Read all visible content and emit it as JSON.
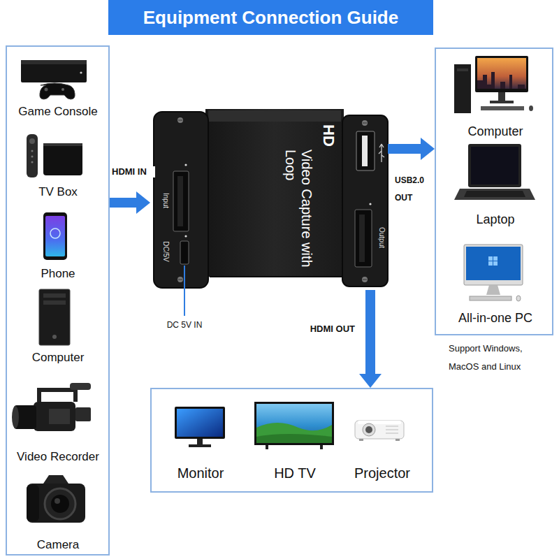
{
  "diagram": {
    "title": "Equipment Connection Guide",
    "nodes": [
      {
        "text": [
          "Game Console",
          "TV Box",
          "Phone",
          "Computer",
          "Video Recorder",
          "Camera"
        ]
      },
      {
        "text": [
          "HD",
          "Video Capture with Loop",
          "Input",
          "DC/5V",
          "Output"
        ]
      },
      {
        "text": [
          "Computer",
          "Laptop",
          "All-in-one PC"
        ]
      },
      {
        "text": [
          "Monitor",
          "HD TV",
          "Projector"
        ]
      }
    ],
    "edges": [
      {
        "from": 0,
        "to": 1,
        "arrow": "to",
        "label": "HDMI IN"
      },
      {
        "from": 1,
        "to": 2,
        "arrow": "to",
        "label": "USB2.0 OUT"
      },
      {
        "from": 1,
        "to": 3,
        "arrow": "to",
        "label": "HDMI OUT"
      }
    ],
    "labels": [
      "DC 5V IN",
      "Support Windows, MacOS and Linux"
    ]
  }
}
